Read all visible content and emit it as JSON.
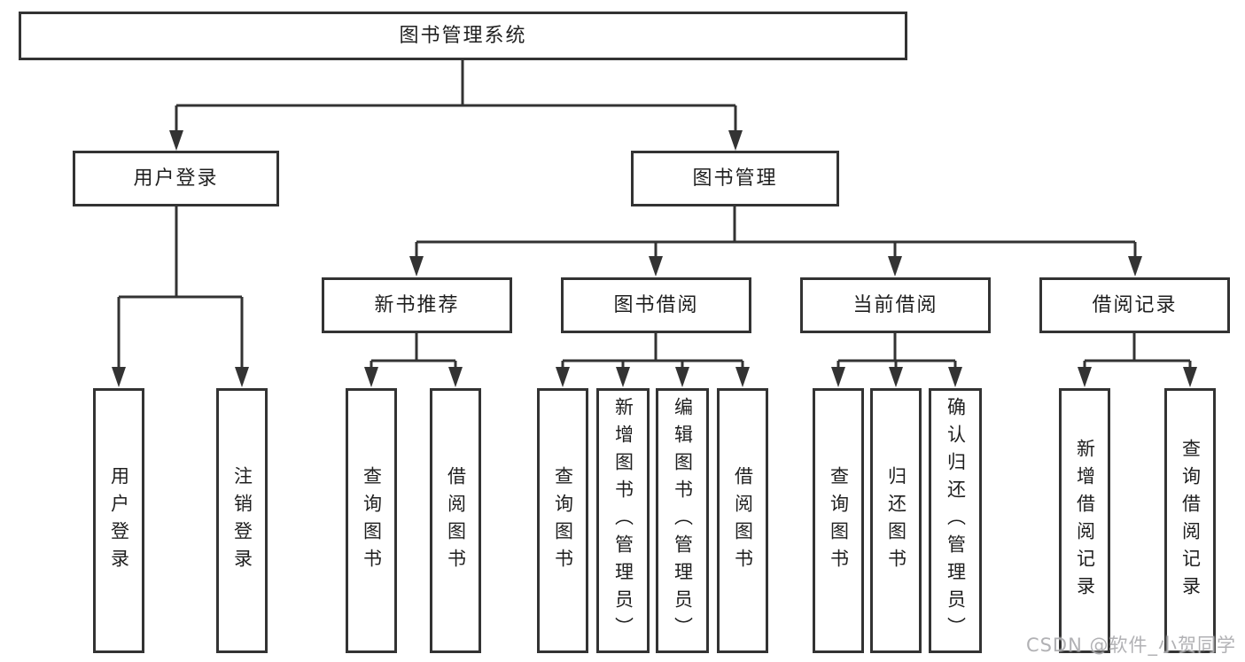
{
  "diagram": {
    "watermark": "CSDN @软件_小贺同学",
    "colors": {
      "line": "#333333",
      "box_border": "#333333",
      "text": "#1f1f1f",
      "background": "#ffffff",
      "watermark": "#a8a8ac"
    },
    "tree": {
      "label": "图书管理系统",
      "children": [
        {
          "label": "用户登录",
          "children": [
            {
              "label": "用户登录"
            },
            {
              "label": "注销登录"
            }
          ]
        },
        {
          "label": "图书管理",
          "children": [
            {
              "label": "新书推荐",
              "children": [
                {
                  "label": "查询图书"
                },
                {
                  "label": "借阅图书"
                }
              ]
            },
            {
              "label": "图书借阅",
              "children": [
                {
                  "label": "查询图书"
                },
                {
                  "label": "新增图书（管理员）"
                },
                {
                  "label": "编辑图书（管理员）"
                },
                {
                  "label": "借阅图书"
                }
              ]
            },
            {
              "label": "当前借阅",
              "children": [
                {
                  "label": "查询图书"
                },
                {
                  "label": "归还图书"
                },
                {
                  "label": "确认归还（管理员）"
                }
              ]
            },
            {
              "label": "借阅记录",
              "children": [
                {
                  "label": "新增借阅记录"
                },
                {
                  "label": "查询借阅记录"
                }
              ]
            }
          ]
        }
      ]
    }
  }
}
